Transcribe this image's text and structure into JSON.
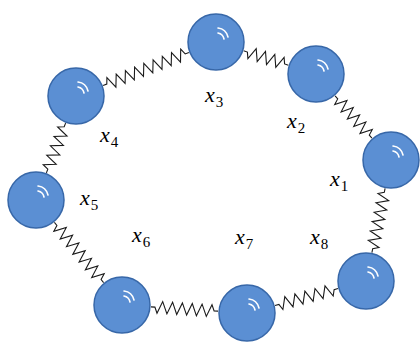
{
  "diagram": {
    "nodes": [
      {
        "text": [
          "x1"
        ]
      },
      {
        "text": [
          "x2"
        ]
      },
      {
        "text": [
          "x3"
        ]
      },
      {
        "text": [
          "x4"
        ]
      },
      {
        "text": [
          "x5"
        ]
      },
      {
        "text": [
          "x6"
        ]
      },
      {
        "text": [
          "x7"
        ]
      },
      {
        "text": [
          "x8"
        ]
      }
    ],
    "edges": [
      {
        "from": 0,
        "to": 1,
        "arrow": "none"
      },
      {
        "from": 1,
        "to": 2,
        "arrow": "none"
      },
      {
        "from": 2,
        "to": 3,
        "arrow": "none"
      },
      {
        "from": 3,
        "to": 4,
        "arrow": "none"
      },
      {
        "from": 4,
        "to": 5,
        "arrow": "none"
      },
      {
        "from": 5,
        "to": 6,
        "arrow": "none"
      },
      {
        "from": 6,
        "to": 7,
        "arrow": "none"
      },
      {
        "from": 7,
        "to": 0,
        "arrow": "none"
      }
    ]
  }
}
